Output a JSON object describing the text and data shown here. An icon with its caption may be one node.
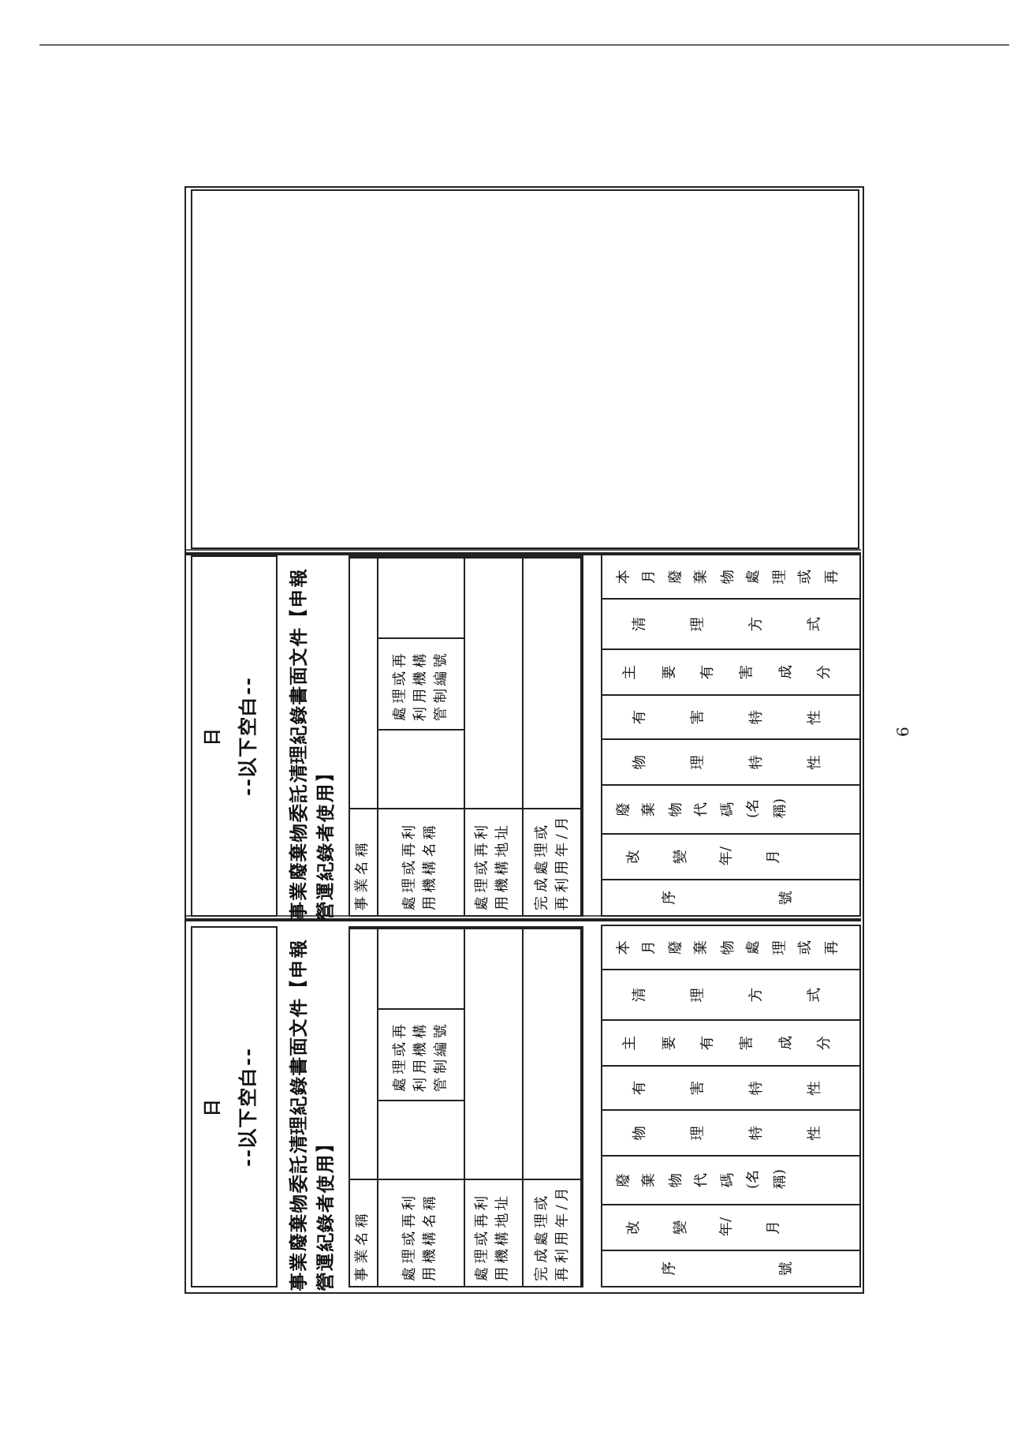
{
  "diagram": {
    "nodes": [
      {
        "text": [
          "日",
          "--以下空白--"
        ]
      },
      {
        "text": [
          "日",
          "--以下空白--"
        ]
      }
    ],
    "labels": [
      "事業廢棄物委託清理紀錄書面文件【申報營運紀錄者使用】",
      "事業名稱",
      "處理或再利用機構名稱",
      "處理或再利用機構管制編號",
      "處理或再利用機構地址",
      "完成處理或再利用年/月",
      "序號",
      "改變年/月",
      "廢棄物代碼(名稱)",
      "物理特性",
      "有害特性",
      "主要有害成分",
      "清理方式",
      "本月廢棄物處理或再",
      "事業廢棄物委託清理紀錄書面文件【申報營運紀錄者使用】",
      "事業名稱",
      "處理或再利用機構名稱",
      "處理或再利用機構管制編號",
      "處理或再利用機構地址",
      "完成處理或再利用年/月",
      "序號",
      "改變年/月",
      "廢棄物代碼(名稱)",
      "物理特性",
      "有害特性",
      "主要有害成分",
      "清理方式",
      "本月廢棄物處理或再",
      "6"
    ]
  }
}
